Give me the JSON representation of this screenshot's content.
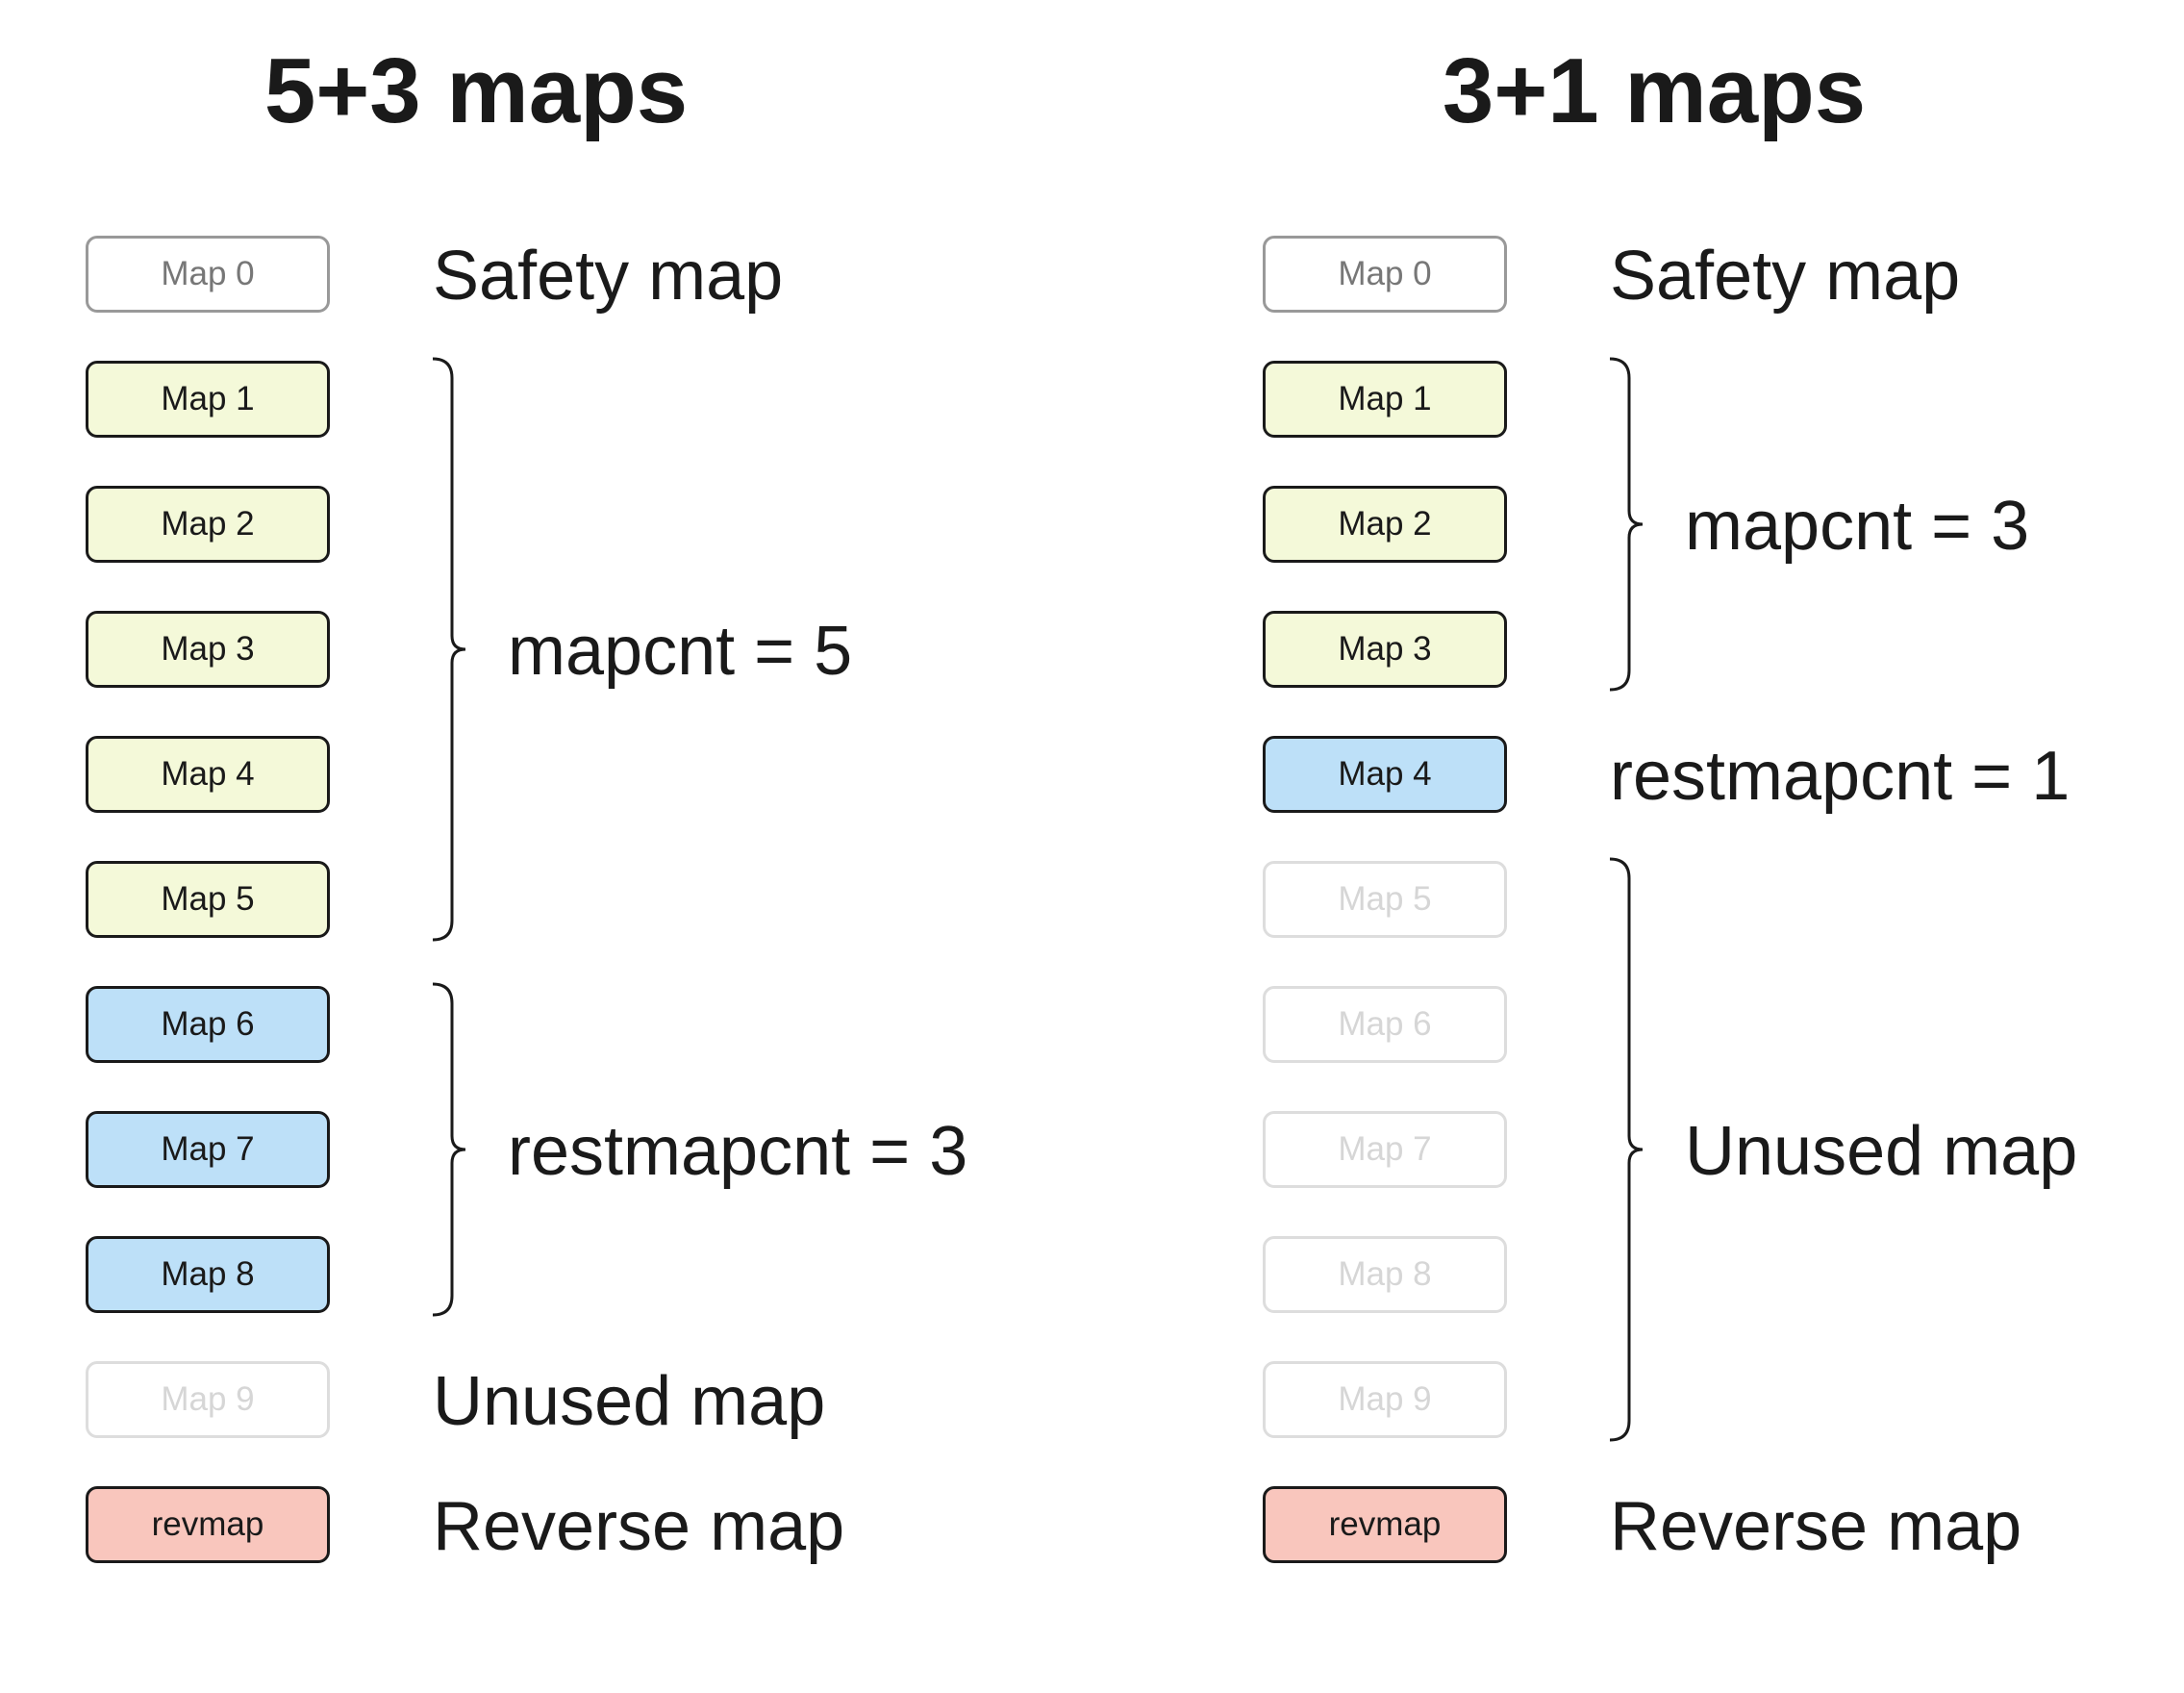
{
  "columns": [
    {
      "title": "5+3 maps",
      "maps": [
        {
          "label": "Map 0",
          "kind": "safety"
        },
        {
          "label": "Map 1",
          "kind": "main"
        },
        {
          "label": "Map 2",
          "kind": "main"
        },
        {
          "label": "Map 3",
          "kind": "main"
        },
        {
          "label": "Map 4",
          "kind": "main"
        },
        {
          "label": "Map 5",
          "kind": "main"
        },
        {
          "label": "Map 6",
          "kind": "rest"
        },
        {
          "label": "Map 7",
          "kind": "rest"
        },
        {
          "label": "Map 8",
          "kind": "rest"
        },
        {
          "label": "Map 9",
          "kind": "unused"
        },
        {
          "label": "revmap",
          "kind": "rev"
        }
      ],
      "annotations": [
        {
          "text": "Safety map",
          "from": 0,
          "to": 0
        },
        {
          "text": "mapcnt = 5",
          "from": 1,
          "to": 5
        },
        {
          "text": "restmapcnt = 3",
          "from": 6,
          "to": 8
        },
        {
          "text": "Unused map",
          "from": 9,
          "to": 9
        },
        {
          "text": "Reverse map",
          "from": 10,
          "to": 10
        }
      ]
    },
    {
      "title": "3+1 maps",
      "maps": [
        {
          "label": "Map 0",
          "kind": "safety"
        },
        {
          "label": "Map 1",
          "kind": "main"
        },
        {
          "label": "Map 2",
          "kind": "main"
        },
        {
          "label": "Map 3",
          "kind": "main"
        },
        {
          "label": "Map 4",
          "kind": "rest"
        },
        {
          "label": "Map 5",
          "kind": "unused"
        },
        {
          "label": "Map 6",
          "kind": "unused"
        },
        {
          "label": "Map 7",
          "kind": "unused"
        },
        {
          "label": "Map 8",
          "kind": "unused"
        },
        {
          "label": "Map 9",
          "kind": "unused"
        },
        {
          "label": "revmap",
          "kind": "rev"
        }
      ],
      "annotations": [
        {
          "text": "Safety map",
          "from": 0,
          "to": 0
        },
        {
          "text": "mapcnt = 3",
          "from": 1,
          "to": 3
        },
        {
          "text": "restmapcnt = 1",
          "from": 4,
          "to": 4
        },
        {
          "text": "Unused map",
          "from": 5,
          "to": 9
        },
        {
          "text": "Reverse map",
          "from": 10,
          "to": 10
        }
      ]
    }
  ]
}
